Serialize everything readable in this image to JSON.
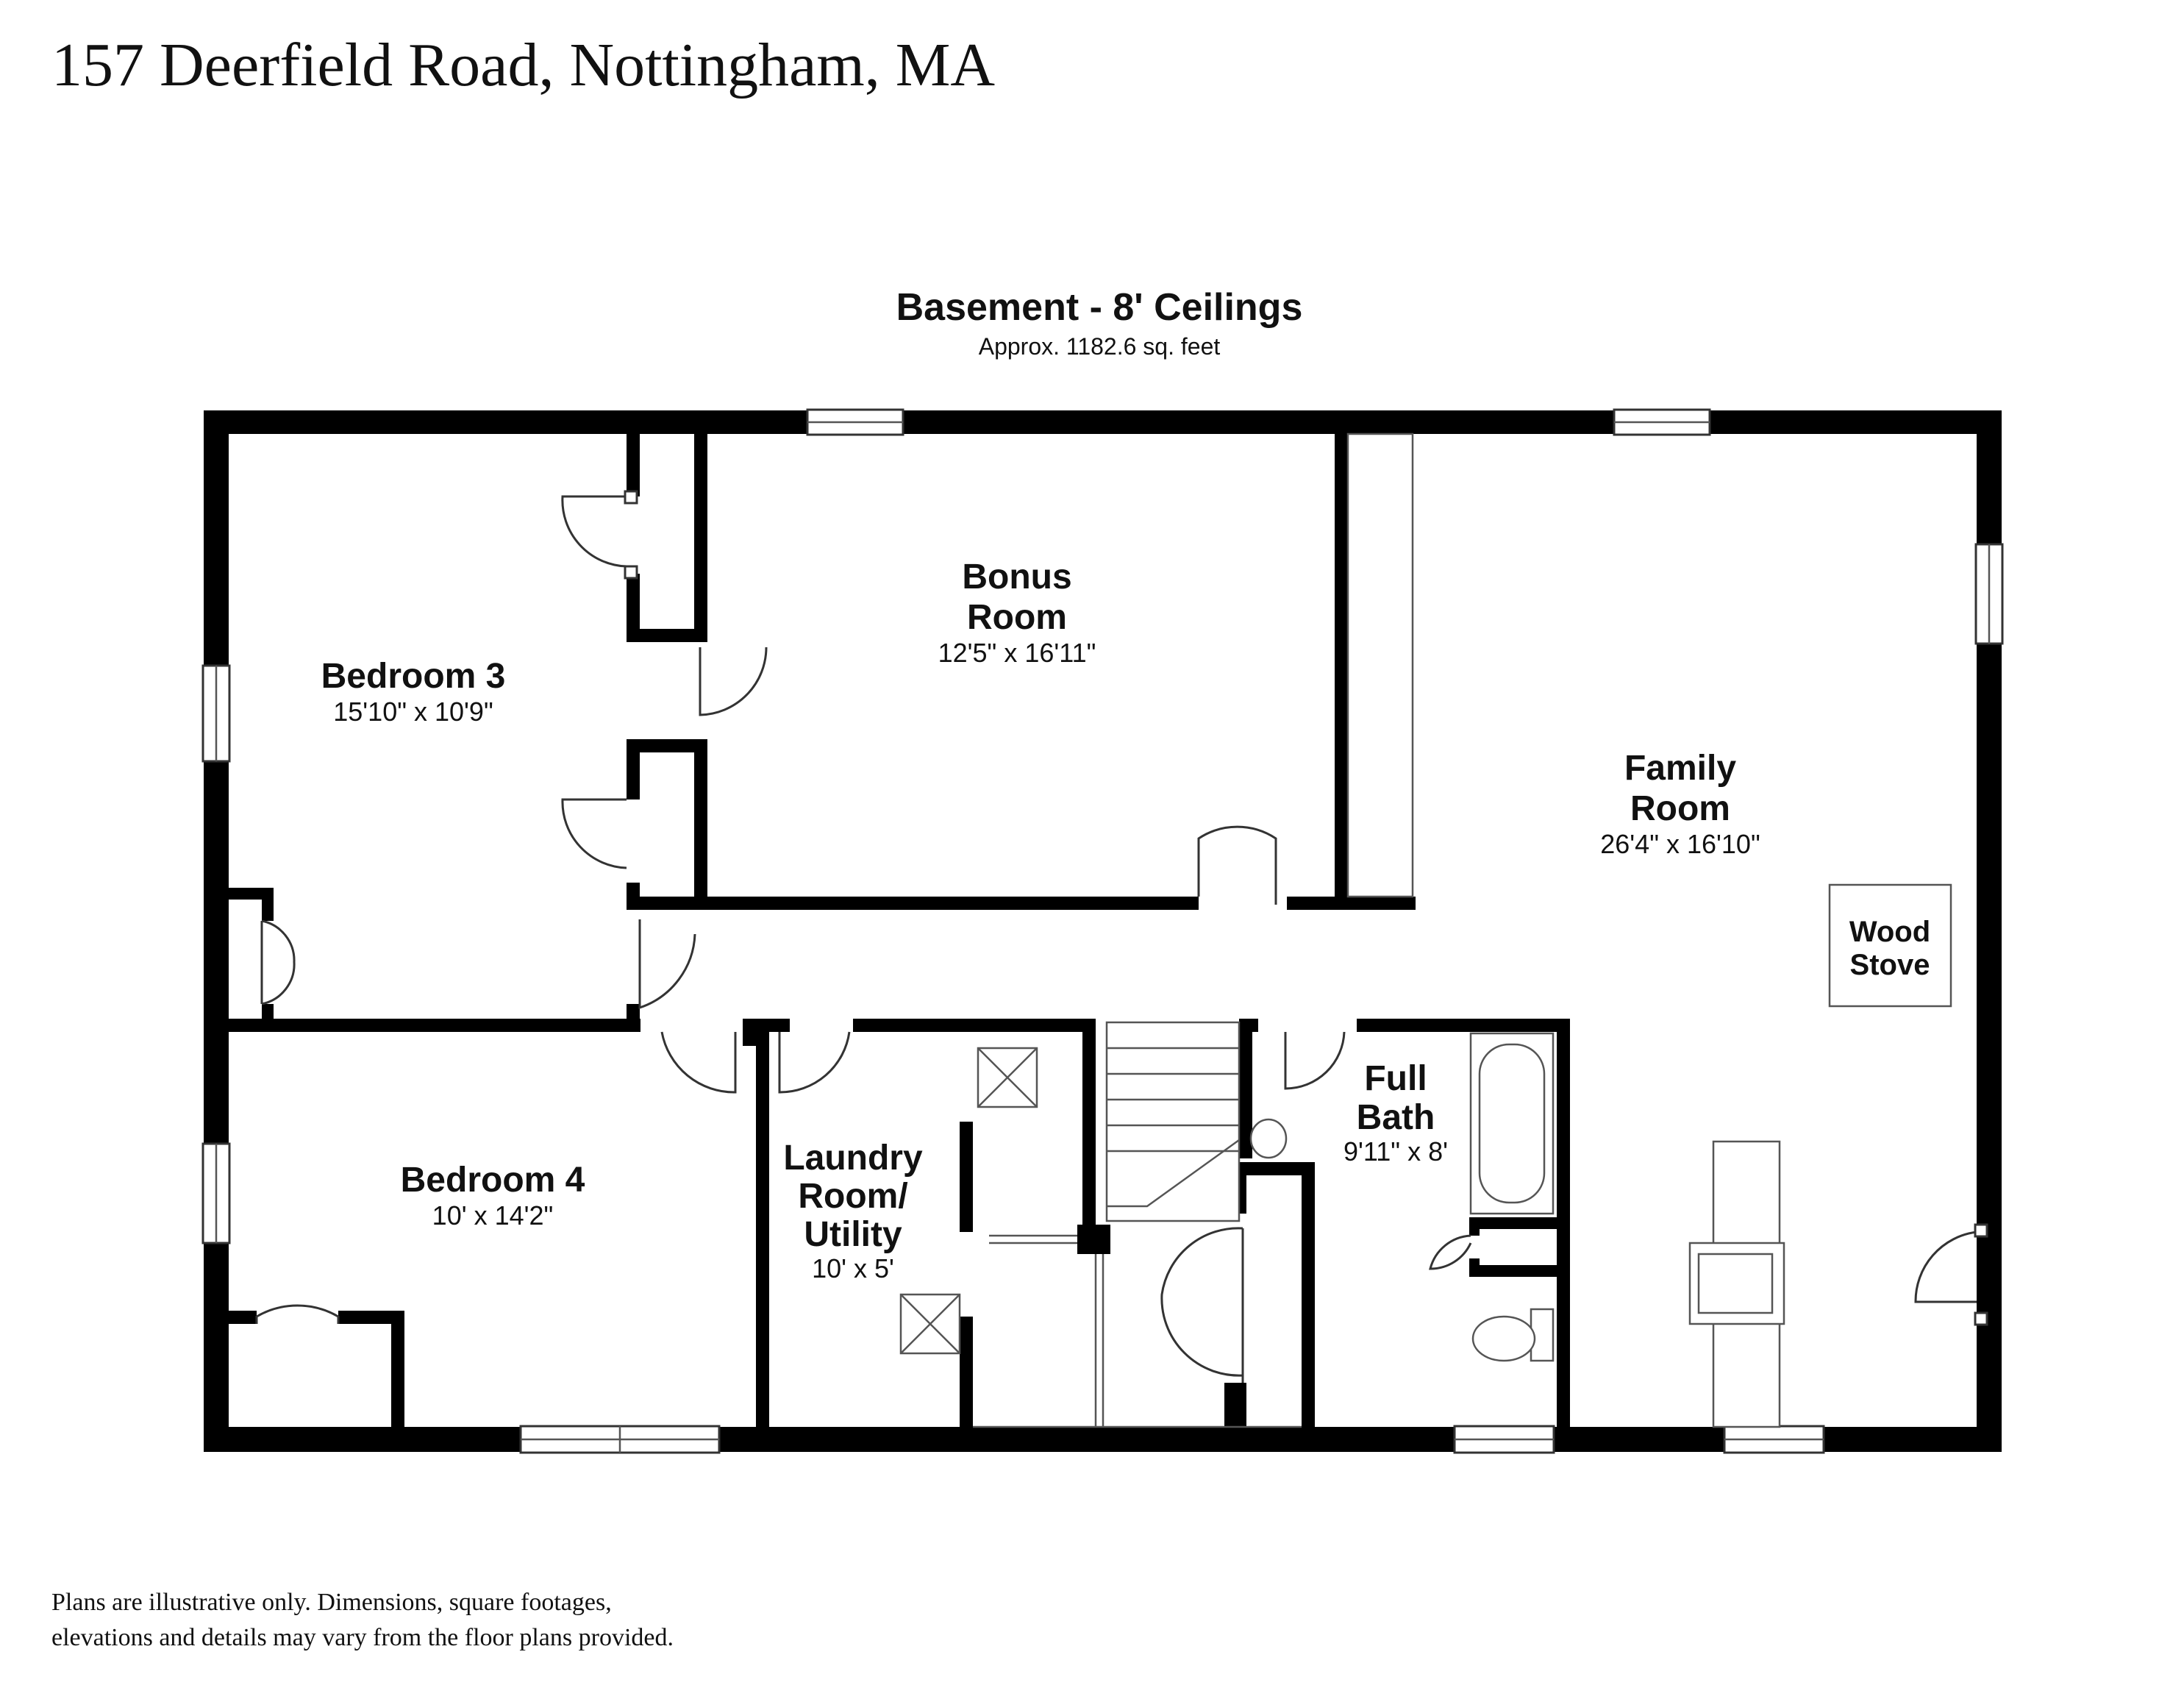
{
  "header": {
    "address": "157 Deerfield Road, Nottingham, MA"
  },
  "floor": {
    "title": "Basement - 8' Ceilings",
    "area": "Approx. 1182.6 sq. feet"
  },
  "rooms": {
    "bedroom3": {
      "name": "Bedroom 3",
      "dims": "15'10\" x 10'9\""
    },
    "bonus": {
      "name_line1": "Bonus",
      "name_line2": "Room",
      "dims": "12'5\" x 16'11\""
    },
    "family": {
      "name_line1": "Family",
      "name_line2": "Room",
      "dims": "26'4\" x 16'10\""
    },
    "bedroom4": {
      "name": "Bedroom 4",
      "dims": "10' x 14'2\""
    },
    "laundry": {
      "name_line1": "Laundry",
      "name_line2": "Room/",
      "name_line3": "Utility",
      "dims": "10' x 5'"
    },
    "bath": {
      "name_line1": "Full",
      "name_line2": "Bath",
      "dims": "9'11\" x 8'"
    }
  },
  "fixtures": {
    "stove_line1": "Wood",
    "stove_line2": "Stove"
  },
  "disclaimer": {
    "line1": "Plans are illustrative only. Dimensions, square footages,",
    "line2": "elevations and details may vary from the floor plans provided."
  }
}
